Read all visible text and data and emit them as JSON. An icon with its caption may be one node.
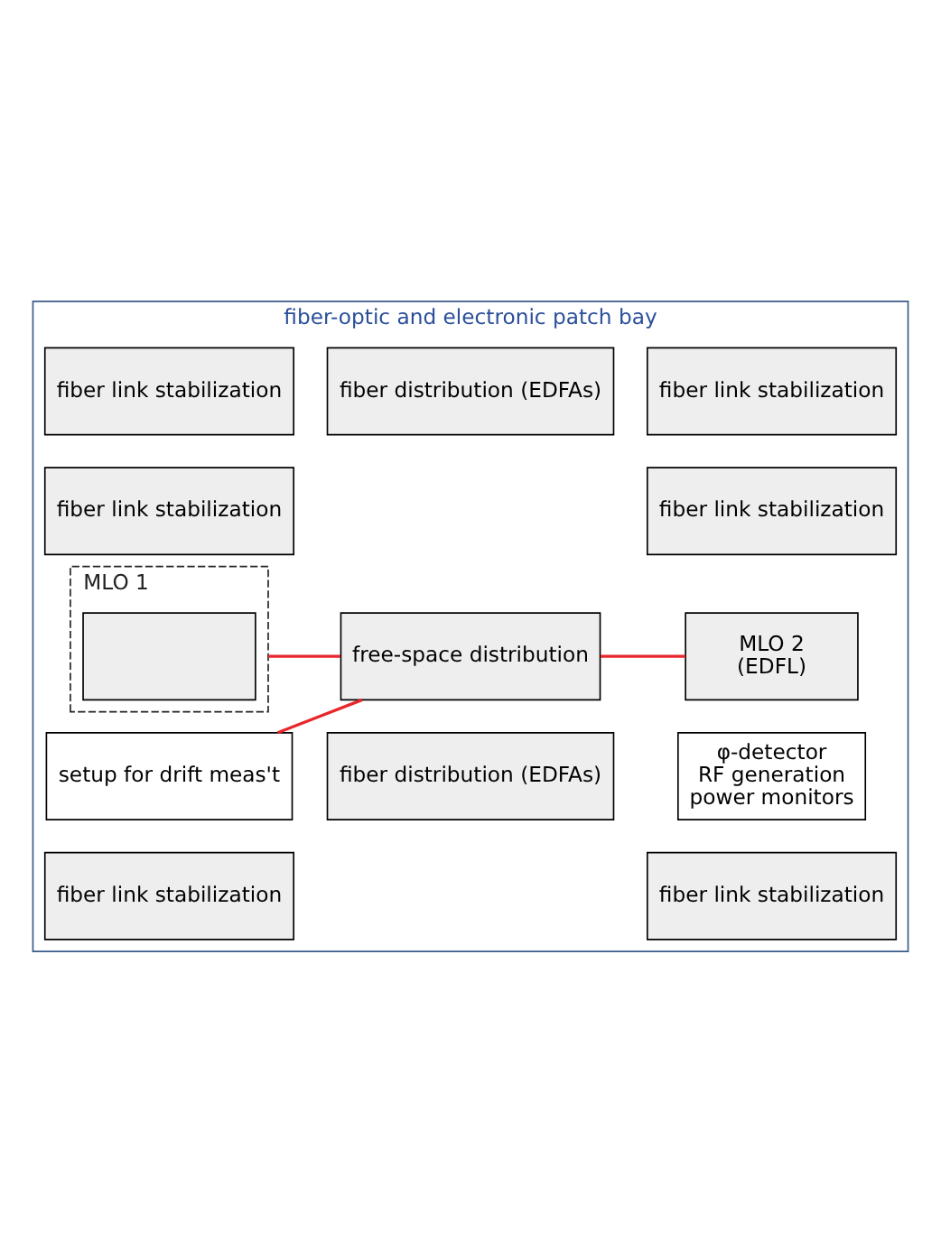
{
  "diagram": {
    "nodes": [
      {
        "text": [
          "fiber-optic and electronic patch bay"
        ]
      },
      {
        "text": [
          "fiber link stabilization"
        ],
        "in": 0
      },
      {
        "text": [
          "fiber distribution (EDFAs)"
        ],
        "in": 0
      },
      {
        "text": [
          "fiber link stabilization"
        ],
        "in": 0
      },
      {
        "text": [
          "fiber link stabilization"
        ],
        "in": 0
      },
      {
        "text": [
          "fiber link stabilization"
        ],
        "in": 0
      },
      {
        "text": [
          "MLO 2",
          "(EDFL)"
        ],
        "in": 0
      },
      {
        "text": [
          "free-space distribution"
        ],
        "in": 0
      },
      {
        "text": [
          "MLO 1"
        ],
        "in": 0
      },
      {
        "text": [],
        "shape": "box",
        "in": 8
      },
      {
        "text": [
          "φ-detector",
          "RF generation",
          "power monitors"
        ],
        "in": 0
      },
      {
        "text": [
          "fiber distribution (EDFAs)"
        ],
        "in": 0
      },
      {
        "text": [
          "setup for drift meas't"
        ],
        "in": 0
      },
      {
        "text": [
          "fiber link stabilization"
        ],
        "in": 0
      },
      {
        "text": [
          "fiber link stabilization"
        ],
        "in": 0
      }
    ],
    "edges": [
      {
        "from": 6,
        "to": 7,
        "arrow": "none",
        "color": "#e8262b"
      },
      {
        "from": 7,
        "to": 8,
        "arrow": "none",
        "color": "#e8262b"
      },
      {
        "from": 7,
        "to": 12,
        "arrow": "none",
        "color": "#e8262b"
      }
    ]
  }
}
